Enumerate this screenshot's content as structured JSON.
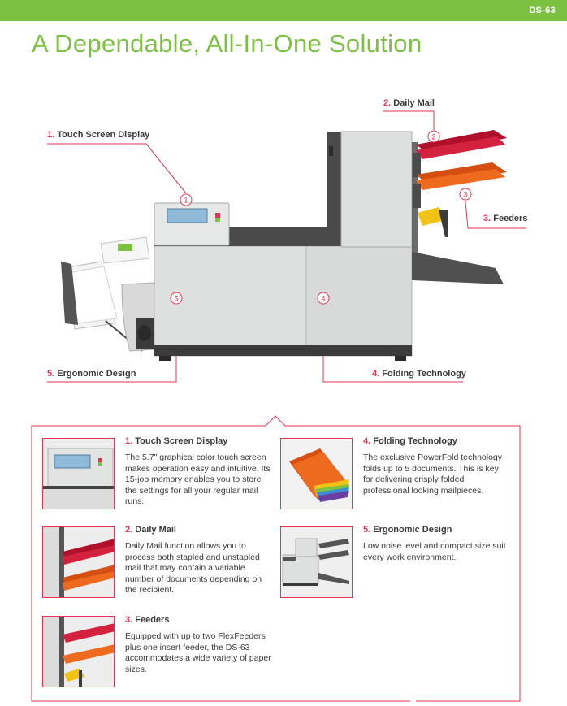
{
  "header": {
    "model": "DS-63"
  },
  "title": "A Dependable, All-In-One Solution",
  "callouts": [
    {
      "num": "1.",
      "label": "Touch Screen Display"
    },
    {
      "num": "2.",
      "label": "Daily Mail"
    },
    {
      "num": "3.",
      "label": "Feeders"
    },
    {
      "num": "4.",
      "label": "Folding Technology"
    },
    {
      "num": "5.",
      "label": "Ergonomic Design"
    }
  ],
  "markers": [
    "1",
    "2",
    "3",
    "4",
    "5"
  ],
  "features": [
    {
      "num": "1.",
      "title": "Touch Screen Display",
      "body": "The 5.7\" graphical color touch screen makes operation easy and intuitive.  Its 15-job memory enables you to store the settings for all your regular mail runs."
    },
    {
      "num": "2.",
      "title": "Daily Mail",
      "body": "Daily Mail function allows you to process both stapled and unstapled mail that may contain a variable number of documents depending on the recipient."
    },
    {
      "num": "3.",
      "title": "Feeders",
      "body": "Equipped with up to two FlexFeeders plus one insert feeder, the DS-63 accommodates a wide variety of paper sizes."
    },
    {
      "num": "4.",
      "title": "Folding Technology",
      "body": "The exclusive PowerFold technology folds up to 5 documents. This is key for delivering crisply folded professional looking mailpieces."
    },
    {
      "num": "5.",
      "title": "Ergonomic Design",
      "body": "Low noise level and compact size suit every work environment."
    }
  ],
  "colors": {
    "brand_green": "#7cc142",
    "accent_red": "#e63352",
    "text": "#3a3a3a"
  }
}
